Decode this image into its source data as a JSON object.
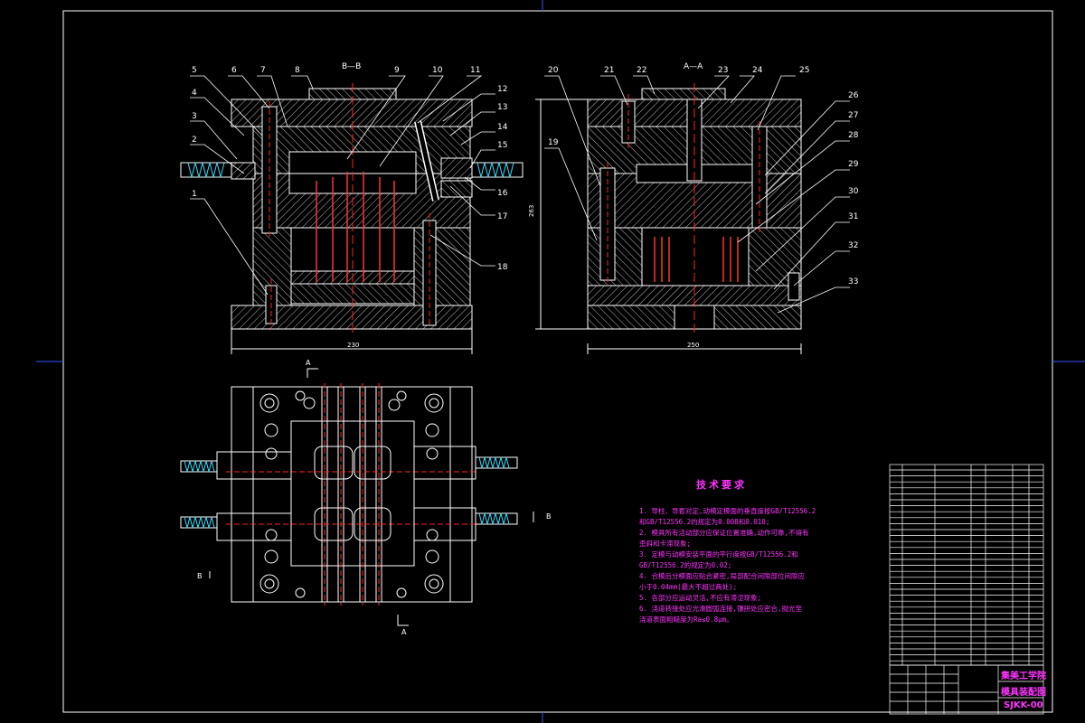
{
  "drawing": {
    "section_bb": "B—B",
    "section_aa": "A—A",
    "left_callouts": [
      "5",
      "6",
      "7",
      "8",
      "9",
      "10",
      "11",
      "12",
      "13",
      "14",
      "15",
      "16",
      "17",
      "18",
      "4",
      "3",
      "2",
      "1"
    ],
    "right_callouts": [
      "20",
      "21",
      "22",
      "23",
      "24",
      "25",
      "26",
      "27",
      "28",
      "29",
      "30",
      "31",
      "32",
      "33",
      "19"
    ],
    "dim_left_width": "230",
    "dim_right_width": "250",
    "dim_right_height": "263",
    "plan_labels": {
      "a_top": "A",
      "a_bottom": "A",
      "b_left": "B",
      "b_right": "B"
    }
  },
  "technical_requirements": {
    "title": "技术要求",
    "items": [
      "1. 导柱、导套对定,动模定模面的垂直度按GB/T12556.2",
      "   和GB/T12556.2的规定为0.008和0.010;",
      "2. 模具所有活动部分应保证位置准确,动作可靠,不得有",
      "   歪斜和卡滞现象;",
      "3. 定模与动模安装平面的平行度按GB/T12556.2和",
      "   GB/T12556.2的规定为0.02;",
      "4. 合模后分模面应贴合紧密,局部配合间隙部位间隙应",
      "   小于0.04mm(最大不超过两处);",
      "5. 各部分应运动灵活,不应有滞涩现象;",
      "6. 浇道转接处应光滑圆弧连接,镶拼处应密合,抛光至",
      "   浇道表面粗糙度为Ra≤0.8μm。"
    ]
  },
  "title_block": {
    "school": "集美工学院",
    "drawing_name": "模具装配图",
    "drawing_no": "SJKK-00"
  }
}
